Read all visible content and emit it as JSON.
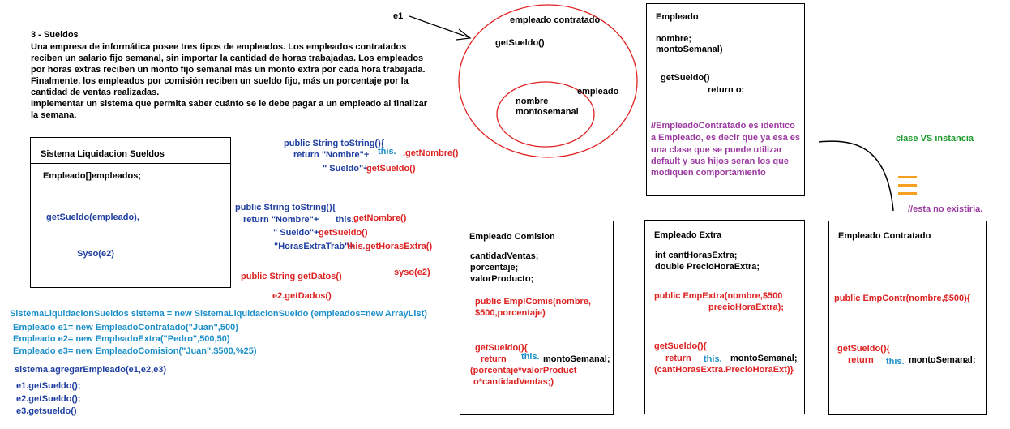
{
  "problem": {
    "title": "3 - Sueldos",
    "lines": [
      "Una empresa de informática posee tres tipos de empleados. Los empleados contratados",
      "reciben un salario fijo semanal, sin importar la cantidad de horas trabajadas. Los empleados",
      "por horas extras reciben un monto fijo semanal más un monto extra por cada hora trabajada.",
      "Finalmente, los empleados por comisión reciben un sueldo fijo, más un porcentaje por la",
      "cantidad de ventas realizadas.",
      "Implementar un sistema que permita saber cuánto se le debe pagar a un empleado al finalizar",
      "la semana."
    ]
  },
  "sistema_box": {
    "title": "Sistema Liquidacion Sueldos",
    "attr": "Empleado[]empleados;",
    "method": "getSueldo(empleado),",
    "syso": "Syso(e2)"
  },
  "tostring1": {
    "line1": "public String toString(){",
    "line2": "return \"Nombre\"+",
    "this": "this.",
    "getnombre": ".getNombre()",
    "line3a": "\" Sueldo\"+",
    "line3b": "getSueldo()"
  },
  "tostring2": {
    "line1": "public String toString(){",
    "line2a": "return \"Nombre\"+",
    "line2b": "this.",
    "line2c": "getNombre()",
    "line3a": "\" Sueldo\"+",
    "line3b": "getSueldo()",
    "line4a": "\"HorasExtraTrab\"+",
    "line4b": "this.getHorasExtra()"
  },
  "getdatos": {
    "decl": "public String getDatos()",
    "syso": "syso(e2)",
    "call": "e2.getDados()"
  },
  "main_code": {
    "sistema": "SistemaLiquidacionSueldos sistema = new SistemaLiquidacionSueldo (empleados=new ArrayList)",
    "e1": "Empleado e1= new EmpleadoContratado(\"Juan\",500)",
    "e2": "Empleado e2= new EmpleadoExtra(\"Pedro\",500,50)",
    "e3": "Empleado e3= new EmpleadoComision(\"Juan\",$500,%25)",
    "agregar": "sistema.agregarEmpleado(e1,e2,e3)",
    "call1": "e1.getSueldo();",
    "call2": "e2.getSueldo();",
    "call3": "e3.getsueldo()"
  },
  "circle_diagram": {
    "e1": "e1",
    "outer_label": "empleado contratado",
    "outer_method": "getSueldo()",
    "inner_label": "empleado",
    "field1": "nombre",
    "field2": "montosemanal"
  },
  "empleado_box": {
    "title": "Empleado",
    "attr1": "nombre;",
    "attr2": "montoSemanal)",
    "method": "getSueldo()",
    "ret": "return o;",
    "comment": [
      "//EmpleadoContratado es identico",
      "a Empleado, es decir que ya esa es",
      "una clase que se puede utilizar",
      "default y sus hijos seran los que",
      "modiquen comportamiento"
    ]
  },
  "clase_instancia": "clase VS instancia",
  "no_existiria": "//esta no existiria.",
  "comision_box": {
    "title": "Empleado  Comision",
    "attr1": "cantidadVentas;",
    "attr2": "porcentaje;",
    "attr3": "valorProducto;",
    "ctor1": "public EmplComis(nombre,",
    "ctor2": "$500,porcentaje)",
    "get": "getSueldo(){",
    "ret": "return",
    "this": "this.",
    "monto": "montoSemanal;",
    "f1": "(porcentaje*valorProduct",
    "f2": "o*cantidadVentas;)"
  },
  "extra_box": {
    "title": "Empleado  Extra",
    "attr1": "int cantHorasExtra;",
    "attr2": "double PrecioHoraExtra;",
    "ctor1": "public EmpExtra(nombre,$500",
    "ctor2": "precioHoraExtra);",
    "get": "getSueldo(){",
    "ret": "return",
    "this": "this.",
    "monto": "montoSemanal;",
    "f1": "(cantHorasExtra.PrecioHoraExt)}"
  },
  "contratado_box": {
    "title": "Empleado  Contratado",
    "ctor": "public EmpContr(nombre,$500){",
    "get": "getSueldo(){",
    "ret": "return",
    "this": "this.",
    "monto": "montoSemanal;"
  },
  "colors": {
    "black": "#000000",
    "blue": "#1f3fa0",
    "red": "#dd2222",
    "cyan": "#1b8fc9",
    "purple": "#9b3aa0",
    "green": "#1a9a2a",
    "orange": "#f5a020"
  }
}
